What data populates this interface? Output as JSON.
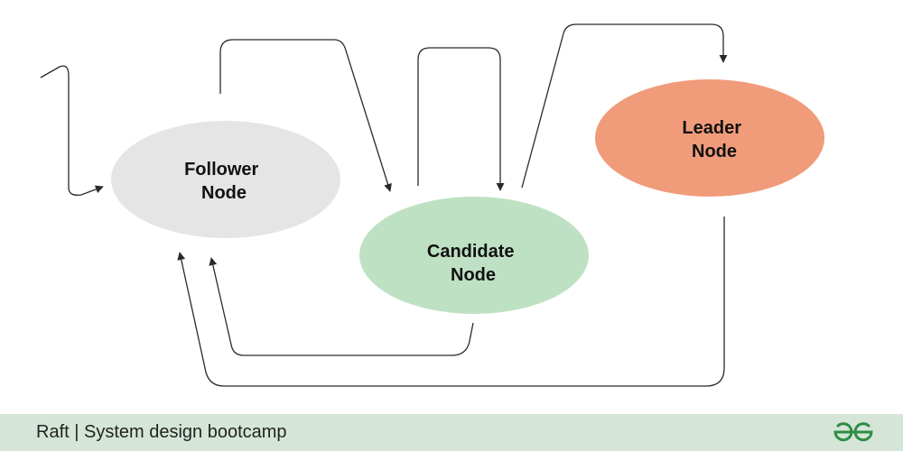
{
  "nodes": {
    "follower": {
      "line1": "Follower",
      "line2": "Node",
      "color": "#e4e5e4"
    },
    "candidate": {
      "line1": "Candidate",
      "line2": "Node",
      "color": "#bfe1c3"
    },
    "leader": {
      "line1": "Leader",
      "line2": "Node",
      "color": "#f09c7b"
    }
  },
  "edge_color": "#2a2a2a",
  "footer": {
    "text": "Raft | System design bootcamp",
    "background": "#d5e6d8",
    "logo_icon": "geeksforgeeks-logo-icon",
    "logo_color": "#2f8d46"
  }
}
